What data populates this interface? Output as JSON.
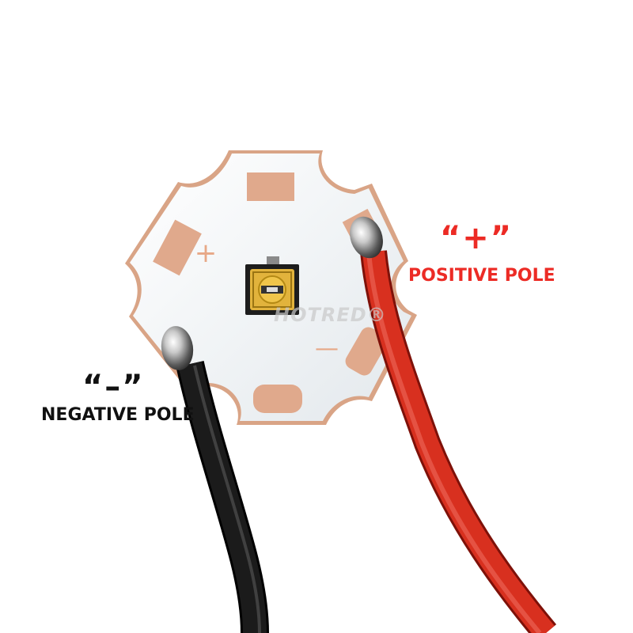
{
  "annotations": {
    "positive_symbol": "“+”",
    "positive_label": "POSITIVE POLE",
    "negative_symbol": "“–”",
    "negative_label": "NEGATIVE POLE"
  },
  "board": {
    "plus_mark": "+",
    "minus_mark": "—"
  },
  "watermark": "HOTRED®",
  "colors": {
    "positive_accent": "#ec2b25",
    "negative_accent": "#111111",
    "board": "#f4f6f8",
    "pad": "#e0a98c",
    "red_wire": "#d8301f",
    "black_wire": "#1b1b1b",
    "led_gold": "#e2b33c"
  },
  "icons": [
    "star-pcb-board",
    "led-chip",
    "solder-joint",
    "red-wire",
    "black-wire"
  ]
}
